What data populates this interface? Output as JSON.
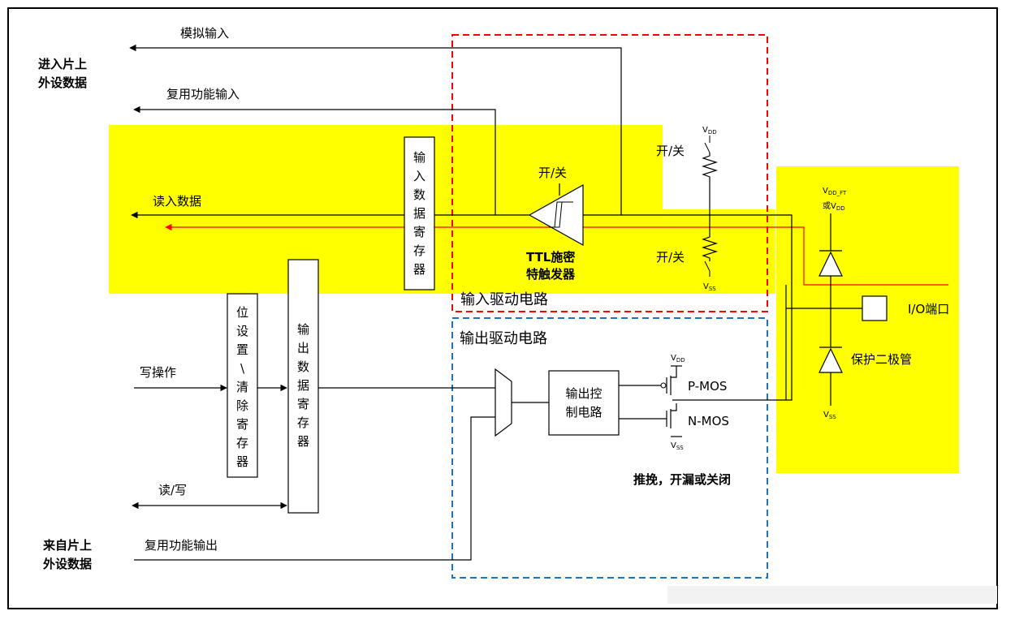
{
  "colors": {
    "highlight": "#ffff00",
    "input_box": "#ff0000",
    "output_box": "#1e73be",
    "output_title": "#00a0e9",
    "signal_line": "#ff0000"
  },
  "labels": {
    "into_peripheral": [
      "进入片上",
      "外设数据"
    ],
    "from_peripheral": [
      "来自片上",
      "外设数据"
    ],
    "analog_input": "模拟输入",
    "alt_func_input": "复用功能输入",
    "read_data": "读入数据",
    "write_op": "写操作",
    "read_write": "读/写",
    "alt_func_output": "复用功能输出",
    "switch_top": "开/关",
    "switch_bottom": "开/关",
    "switch_trigger": "开/关",
    "schmitt": [
      "TTL施密",
      "特触发器"
    ],
    "input_driver": "输入驱动电路",
    "output_driver": "输出驱动电路",
    "out_modes": "推挽，开漏或关闭",
    "pmos": "P-MOS",
    "nmos": "N-MOS",
    "io_port": "I/O端口",
    "diode": "保护二极管",
    "vdd": "VDD",
    "vss": "VSS",
    "vdd_ft": [
      "VDD_FT",
      "或VDD"
    ]
  },
  "boxes": {
    "input_reg": [
      "输",
      "入",
      "数",
      "据",
      "寄",
      "存",
      "器"
    ],
    "bit_set": [
      "位",
      "设",
      "置",
      "\\",
      "清",
      "除",
      "寄",
      "存",
      "器"
    ],
    "output_reg": [
      "输",
      "出",
      "数",
      "据",
      "寄",
      "存",
      "器"
    ],
    "out_ctrl": [
      "输出控",
      "制电路"
    ]
  }
}
